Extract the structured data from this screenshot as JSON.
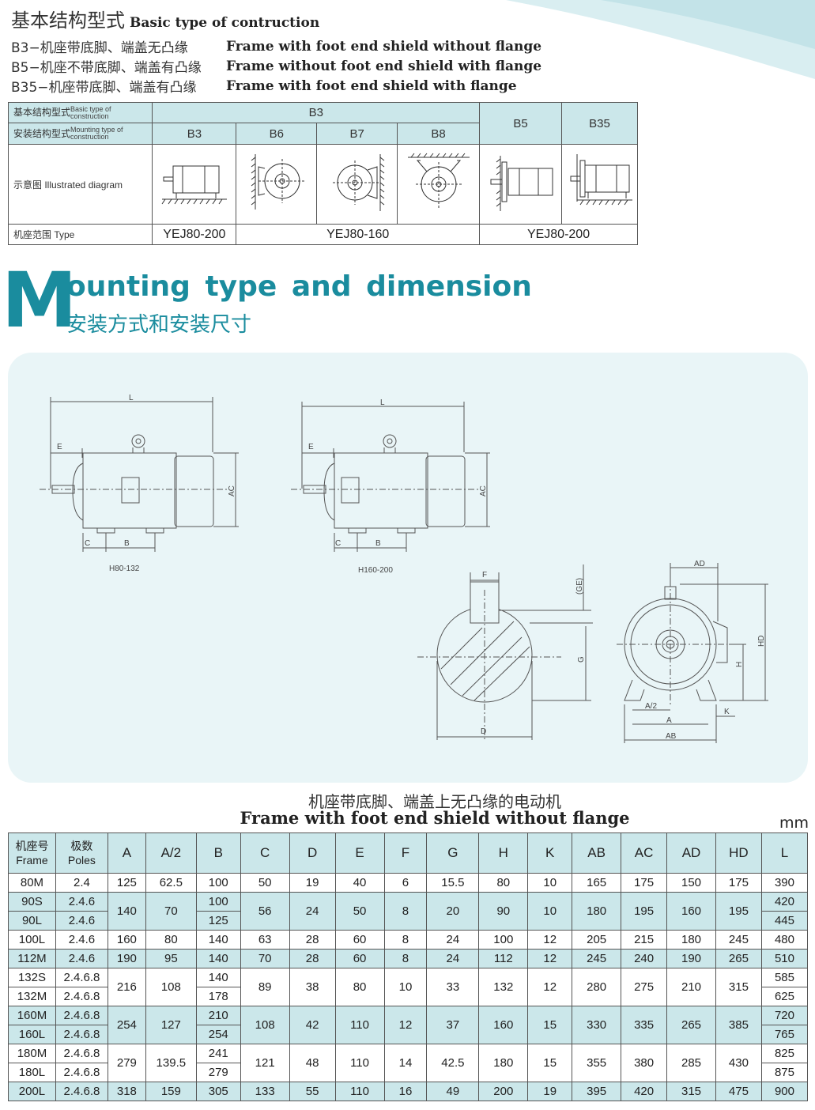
{
  "structure": {
    "title_cn": "基本结构型式",
    "title_en": "Basic type of contruction",
    "types": [
      {
        "cn": "B3−机座带底脚、端盖无凸缘",
        "en": "Frame with foot end shield without flange"
      },
      {
        "cn": "B5−机座不带底脚、端盖有凸缘",
        "en": "Frame without foot end shield with flange"
      },
      {
        "cn": "B35−机座带底脚、端盖有凸缘",
        "en": "Frame with foot end shield with flange"
      }
    ],
    "table": {
      "row1_label_cn": "基本结构型式",
      "row1_label_en": "Basic type of construction",
      "row2_label_cn": "安装结构型式",
      "row2_label_en": "Mounting type of construction",
      "diagram_label": "示意图 Illustrated diagram",
      "type_label": "机座范围  Type",
      "b3_group": "B3",
      "mounts": [
        "B3",
        "B6",
        "B7",
        "B8"
      ],
      "b5": "B5",
      "b35": "B35",
      "ranges": [
        "YEJ80-200",
        "YEJ80-160",
        "YEJ80-200"
      ]
    }
  },
  "mounting": {
    "big_letter": "M",
    "title_en_rest": "ounting  type  and  dimension",
    "title_cn": "安装方式和安装尺寸"
  },
  "diagrams": {
    "left_caption": "H80-132",
    "right_caption": "H160-200",
    "dims": {
      "L": "L",
      "E": "E",
      "C": "C",
      "B": "B",
      "AC": "AC",
      "F": "F",
      "GE": "(GE)",
      "G": "G",
      "D": "D",
      "AD": "AD",
      "HD": "HD",
      "H": "H",
      "A2": "A/2",
      "A": "A",
      "AB": "AB",
      "K": "K"
    }
  },
  "dimension_table": {
    "title_cn": "机座带底脚、端盖上无凸缘的电动机",
    "title_en": "Frame with foot end shield without flange",
    "unit": "mm",
    "headers": {
      "frame_cn": "机座号",
      "frame_en": "Frame",
      "poles_cn": "极数",
      "poles_en": "Poles"
    },
    "columns": [
      "A",
      "A/2",
      "B",
      "C",
      "D",
      "E",
      "F",
      "G",
      "H",
      "K",
      "AB",
      "AC",
      "AD",
      "HD",
      "L"
    ],
    "groups": [
      {
        "rows": [
          [
            "80M",
            "2.4",
            "100",
            "390"
          ]
        ],
        "A": "125",
        "A2": "62.5",
        "C": "50",
        "D": "19",
        "E": "40",
        "F": "6",
        "G": "15.5",
        "H": "80",
        "K": "10",
        "AB": "165",
        "AC": "175",
        "AD": "150",
        "HD": "175"
      },
      {
        "rows": [
          [
            "90S",
            "2.4.6",
            "100",
            "420"
          ],
          [
            "90L",
            "2.4.6",
            "125",
            "445"
          ]
        ],
        "A": "140",
        "A2": "70",
        "C": "56",
        "D": "24",
        "E": "50",
        "F": "8",
        "G": "20",
        "H": "90",
        "K": "10",
        "AB": "180",
        "AC": "195",
        "AD": "160",
        "HD": "195"
      },
      {
        "rows": [
          [
            "100L",
            "2.4.6",
            "140",
            "480"
          ]
        ],
        "A": "160",
        "A2": "80",
        "C": "63",
        "D": "28",
        "E": "60",
        "F": "8",
        "G": "24",
        "H": "100",
        "K": "12",
        "AB": "205",
        "AC": "215",
        "AD": "180",
        "HD": "245"
      },
      {
        "rows": [
          [
            "112M",
            "2.4.6",
            "140",
            "510"
          ]
        ],
        "A": "190",
        "A2": "95",
        "C": "70",
        "D": "28",
        "E": "60",
        "F": "8",
        "G": "24",
        "H": "112",
        "K": "12",
        "AB": "245",
        "AC": "240",
        "AD": "190",
        "HD": "265"
      },
      {
        "rows": [
          [
            "132S",
            "2.4.6.8",
            "140",
            "585"
          ],
          [
            "132M",
            "2.4.6.8",
            "178",
            "625"
          ]
        ],
        "A": "216",
        "A2": "108",
        "C": "89",
        "D": "38",
        "E": "80",
        "F": "10",
        "G": "33",
        "H": "132",
        "K": "12",
        "AB": "280",
        "AC": "275",
        "AD": "210",
        "HD": "315"
      },
      {
        "rows": [
          [
            "160M",
            "2.4.6.8",
            "210",
            "720"
          ],
          [
            "160L",
            "2.4.6.8",
            "254",
            "765"
          ]
        ],
        "A": "254",
        "A2": "127",
        "C": "108",
        "D": "42",
        "E": "110",
        "F": "12",
        "G": "37",
        "H": "160",
        "K": "15",
        "AB": "330",
        "AC": "335",
        "AD": "265",
        "HD": "385"
      },
      {
        "rows": [
          [
            "180M",
            "2.4.6.8",
            "241",
            "825"
          ],
          [
            "180L",
            "2.4.6.8",
            "279",
            "875"
          ]
        ],
        "A": "279",
        "A2": "139.5",
        "C": "121",
        "D": "48",
        "E": "110",
        "F": "14",
        "G": "42.5",
        "H": "180",
        "K": "15",
        "AB": "355",
        "AC": "380",
        "AD": "285",
        "HD": "430"
      },
      {
        "rows": [
          [
            "200L",
            "2.4.6.8",
            "305",
            "900"
          ]
        ],
        "A": "318",
        "A2": "159",
        "C": "133",
        "D": "55",
        "E": "110",
        "F": "16",
        "G": "49",
        "H": "200",
        "K": "19",
        "AB": "395",
        "AC": "420",
        "AD": "315",
        "HD": "475"
      }
    ]
  },
  "colors": {
    "accent": "#1a8c9e",
    "teal_fill": "#cbe7ea",
    "panel_bg": "#e8f4f6"
  }
}
